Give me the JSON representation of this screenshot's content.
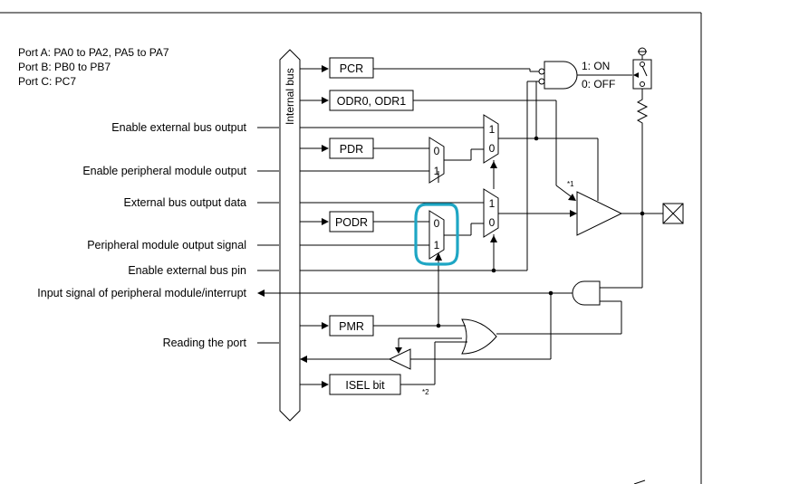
{
  "port_notes": {
    "line1": "Port A: PA0 to PA2, PA5 to PA7",
    "line2": "Port B: PB0 to PB7",
    "line3": "Port C: PC7"
  },
  "bus": {
    "label": "Internal bus"
  },
  "signals": {
    "enable_external_bus_output": "Enable external bus output",
    "enable_peripheral_module_output": "Enable peripheral module output",
    "external_bus_output_data": "External bus output data",
    "peripheral_module_output_signal": "Peripheral module output signal",
    "enable_external_bus_pin": "Enable external bus pin",
    "input_signal_peripheral": "Input signal of peripheral module/interrupt",
    "reading_the_port": "Reading the port"
  },
  "registers": {
    "pcr": "PCR",
    "odr": "ODR0, ODR1",
    "pdr": "PDR",
    "podr": "PODR",
    "pmr": "PMR",
    "isel": "ISEL bit"
  },
  "mux": {
    "zero": "0",
    "one": "1"
  },
  "pullup_switch": {
    "on": "1: ON",
    "off": "0: OFF"
  },
  "footnotes": {
    "n1": "*1",
    "n2": "*2"
  },
  "highlight_color": "#1ea6c4"
}
